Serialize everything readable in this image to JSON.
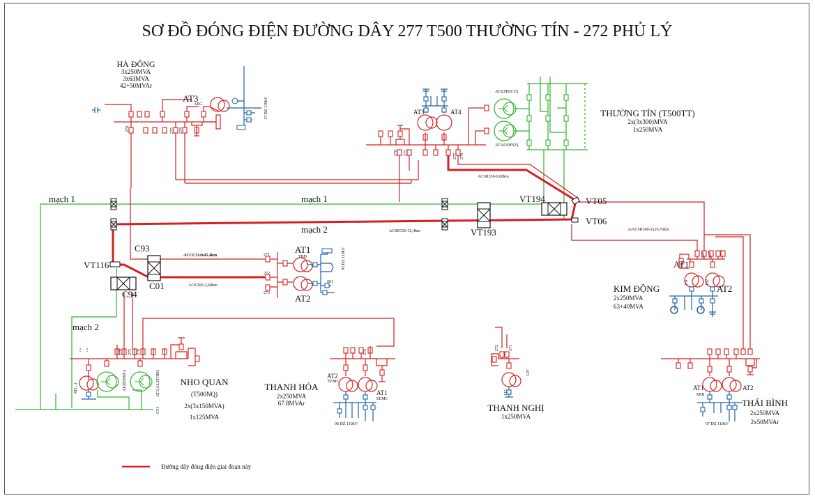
{
  "title": "SƠ ĐỒ ĐÓNG ĐIỆN ĐƯỜNG DÂY 277 T500 THƯỜNG TÍN - 272 PHỦ LÝ",
  "colors": {
    "energized_line": "#d42020",
    "circuit_green": "#2db52d",
    "low_voltage_blue": "#1f5fa8",
    "text": "#111111"
  },
  "stations": {
    "ha_dong": {
      "name": "HÀ ĐÔNG",
      "specs": [
        "3x250MVA",
        "3x63MVA",
        "42+50MVAr"
      ],
      "transformer": "AT3",
      "transformer_make": "AEG",
      "bays": [
        "270",
        "275",
        "274"
      ],
      "feeders": "17 ĐZ 110kV"
    },
    "thuong_tin": {
      "name": "THƯỜNG TÍN (T500TT)",
      "specs": [
        "2x(3x300)MVA",
        "1x250MVA"
      ],
      "transformers": [
        "AT3",
        "AT4",
        "AT2(SPECO)",
        "AT1(ODFSZ)"
      ],
      "bays": [
        "276",
        "275",
        "277",
        "278"
      ]
    },
    "phu_ly": {
      "transformers": [
        "AT1",
        "AT2"
      ],
      "make": "TBĐ",
      "bays": [
        "271",
        "272",
        "273"
      ],
      "bay_lv": "001",
      "feeders": "05 ĐZ 110kV"
    },
    "kim_dong": {
      "name": "KIM ĐỘNG",
      "specs": [
        "2x250MVA",
        "63+40MVA"
      ],
      "transformers": [
        "AT1",
        "AT2"
      ],
      "bays": [
        "273",
        "274",
        "131",
        "132",
        "431",
        "432"
      ]
    },
    "nho_quan": {
      "name": "NHO QUAN",
      "code": "(T500NQ)",
      "specs": [
        "2x(3x150MVA)",
        "1x125MVA"
      ],
      "transformers": [
        "AT(...)",
        "AT2(EEMC)",
        "AT1(ALSTOM)"
      ],
      "bays": [
        "278",
        "275",
        "276"
      ],
      "bus_label": "C51"
    },
    "thanh_hoa": {
      "name": "THANH HÓA",
      "specs": [
        "2x250MVA",
        "67.8MVAr"
      ],
      "transformers": [
        "AT2",
        "AT1"
      ],
      "make": "EEMC",
      "bays": [
        "272"
      ],
      "feeders": "06 ĐZ 110kV"
    },
    "thanh_nghi": {
      "name": "THANH NGHỊ",
      "specs": [
        "1x250MVA"
      ],
      "transformers": [
        "AT1"
      ],
      "bays": [
        "272",
        "271",
        "112"
      ]
    },
    "thai_binh": {
      "name": "THÁI BÌNH",
      "specs": [
        "2x250MVA",
        "2x50MVAr"
      ],
      "transformers": [
        "AT1",
        "AT2"
      ],
      "make": "ABB",
      "feeders": "07 ĐZ 110kV"
    }
  },
  "lines": {
    "circuit1": "mạch 1",
    "circuit2": "mạch 2",
    "acsr_short": "ACSR330-0,68km",
    "acsr_long": "ACSR330-32,4km",
    "accc": "ACCC314x45,4km",
    "ack": "ACK300-2,68km",
    "double_acsr": "2xACSR300-2x26,76km"
  },
  "towers": {
    "vt05": "VT05",
    "vt06": "VT06",
    "vt193": "VT193",
    "vt194": "VT194",
    "vt116": "VT116",
    "c93": "C93",
    "c01": "C01",
    "c94": "C94"
  },
  "legend": {
    "label": "Đường dây đóng điện giai đoạn này"
  }
}
